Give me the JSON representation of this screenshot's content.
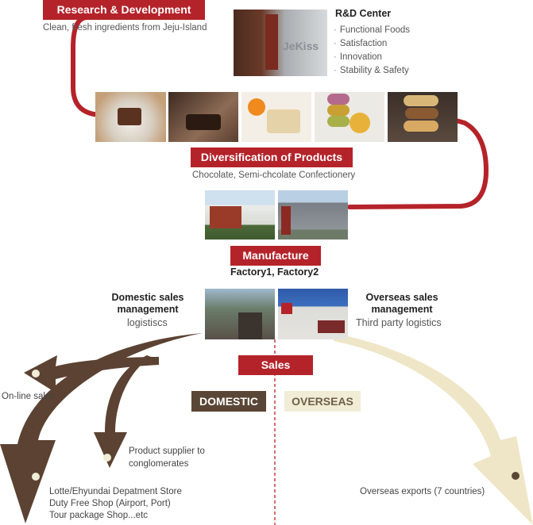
{
  "research": {
    "title": "Research & Development",
    "subtitle": "Clean, fresh ingredients from Jeju-Island"
  },
  "rd_center": {
    "title": "R&D Center",
    "photo_sign": "JeKiss",
    "items": [
      "Functional Foods",
      "Satisfaction",
      "Innovation",
      "Stability & Safety"
    ]
  },
  "diversification": {
    "title": "Diversification of Products",
    "subtitle": "Chocolate, Semi-chcolate Confectionery"
  },
  "manufacture": {
    "title": "Manufacture",
    "subtitle": "Factory1, Factory2"
  },
  "domestic_sales": {
    "title_line1": "Domestic sales",
    "title_line2": "management",
    "subtitle": "logistiscs"
  },
  "overseas_sales": {
    "title_line1": "Overseas sales",
    "title_line2": "management",
    "subtitle": "Third party logistics"
  },
  "sales": {
    "title": "Sales"
  },
  "domestic_tag": "DOMESTIC",
  "overseas_tag": "OVERSEAS",
  "online_sales": "On-line sales",
  "product_supplier": {
    "line1": "Product supplier to",
    "line2": "conglomerates"
  },
  "department_store": {
    "line1": "Lotte/Ehyundai Depatment Store",
    "line2": "Duty Free Shop (Airport, Port)",
    "line3": "Tour package Shop...etc"
  },
  "overseas_exports": "Overseas exports (7 countries)",
  "colors": {
    "red": "#b5232a",
    "brown": "#5a4636",
    "cream": "#f1ecd5",
    "arrow_brown": "#5b4232",
    "arrow_cream": "#efe6c7"
  }
}
